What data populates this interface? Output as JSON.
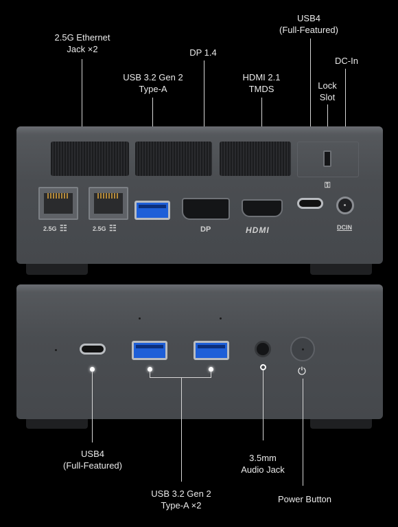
{
  "top_labels": {
    "ethernet": "2.5G Ethernet\nJack ×2",
    "usb32_a": "USB 3.2 Gen 2\nType-A",
    "dp": "DP 1.4",
    "hdmi": "HDMI 2.1\nTMDS",
    "usb4": "USB4\n(Full-Featured)",
    "lock": "Lock\nSlot",
    "dcin": "DC-In"
  },
  "rear_markings": {
    "eth1": "2.5G",
    "eth2": "2.5G",
    "dp": "DP",
    "hdmi": "HDMI",
    "dcin": "DCIN"
  },
  "bottom_labels": {
    "usb4": "USB4\n(Full-Featured)",
    "usb32_a": "USB 3.2 Gen 2\nType-A ×2",
    "audio": "3.5mm\nAudio Jack",
    "power": "Power Button"
  },
  "icons": [
    "network-icon",
    "lock-icon",
    "power-icon"
  ],
  "colors": {
    "usb_blue": "#1e5fd8",
    "body": "#4a4d51",
    "background": "#000000"
  }
}
